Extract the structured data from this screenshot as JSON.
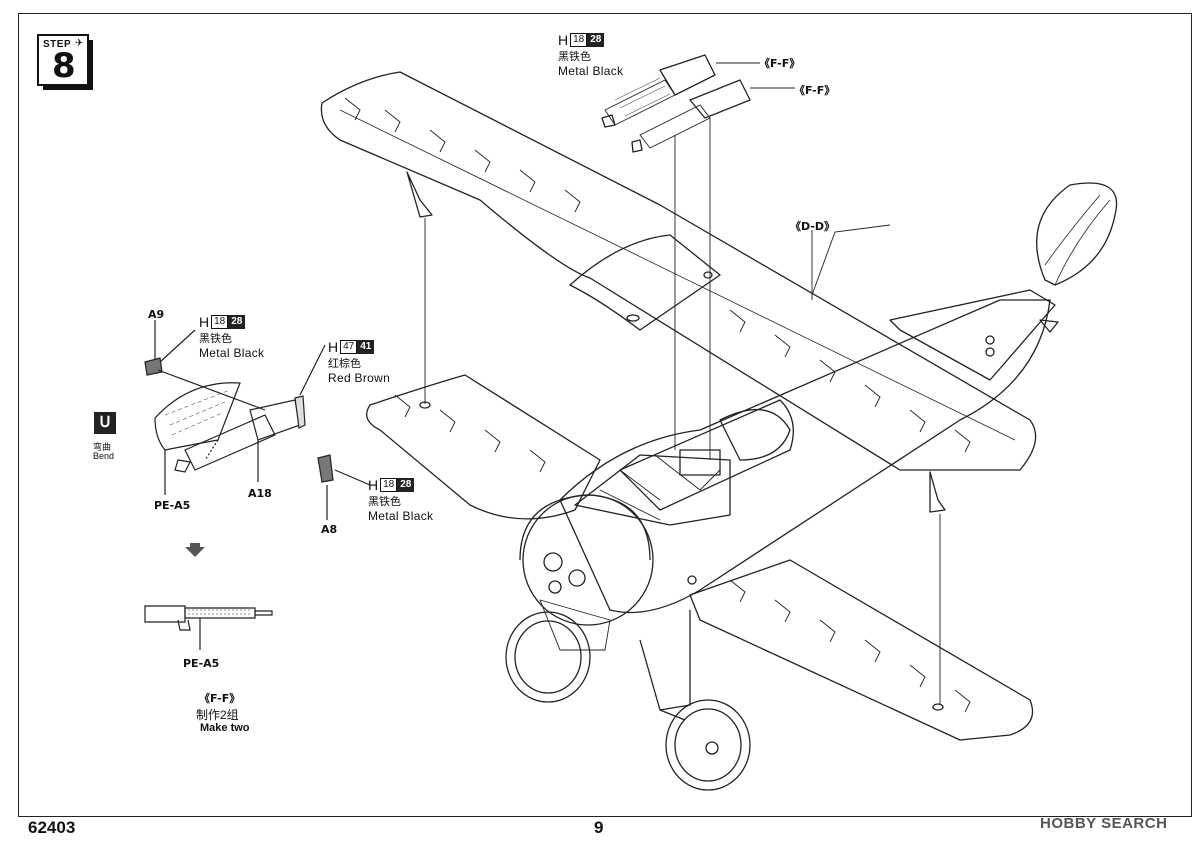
{
  "step": {
    "label": "STEP",
    "number": "8"
  },
  "paint_callouts": [
    {
      "id": "top",
      "letter": "H",
      "num1": "18",
      "num2": "28",
      "cn": "黑铁色",
      "en": "Metal  Black"
    },
    {
      "id": "a9",
      "letter": "H",
      "num1": "18",
      "num2": "28",
      "cn": "黑铁色",
      "en": "Metal  Black"
    },
    {
      "id": "gun",
      "letter": "H",
      "num1": "47",
      "num2": "41",
      "cn": "红棕色",
      "en": "Red Brown"
    },
    {
      "id": "a8",
      "letter": "H",
      "num1": "18",
      "num2": "28",
      "cn": "黑铁色",
      "en": "Metal  Black"
    }
  ],
  "part_labels": {
    "a9": "A9",
    "a18": "A18",
    "a8": "A8",
    "pe_a5_top": "PE-A5",
    "pe_a5_bottom": "PE-A5"
  },
  "section_refs": {
    "ff_1": "《F-F》",
    "ff_2": "《F-F》",
    "dd": "《D-D》",
    "ff_bottom": "《F-F》"
  },
  "bend": {
    "icon": "ᑌ",
    "cn": "弯曲",
    "en": "Bend"
  },
  "make_two": {
    "cn": "制作2组",
    "en": "Make two"
  },
  "footer": {
    "kit_number": "62403",
    "page_number": "9",
    "watermark": "HOBBY SEARCH"
  }
}
